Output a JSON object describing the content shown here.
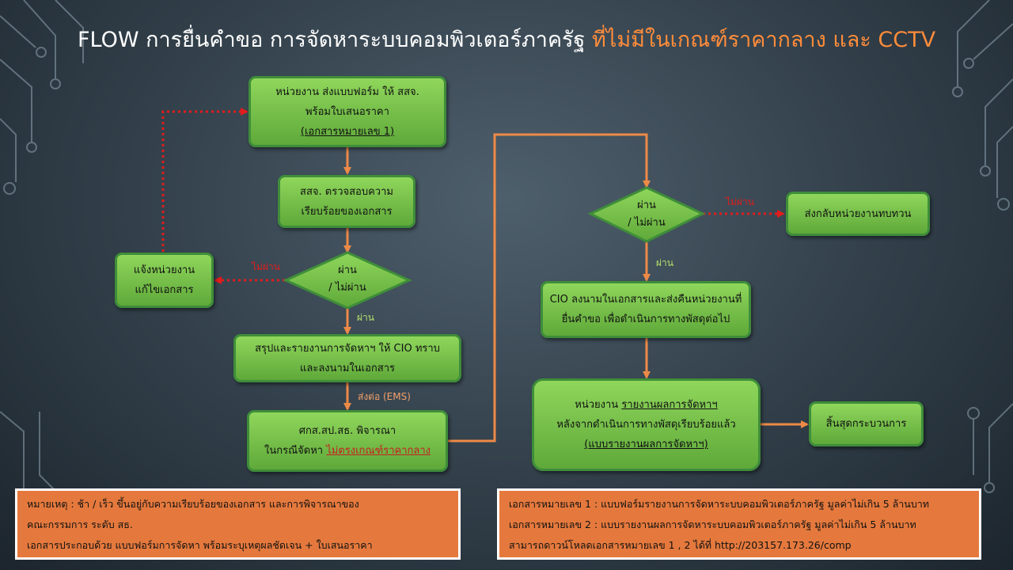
{
  "title": {
    "main": "FLOW การยื่นคำขอ  การจัดหาระบบคอมพิวเตอร์ภาครัฐ ",
    "highlight": "ที่ไม่มีในเกณฑ์ราคากลาง  และ CCTV"
  },
  "left_flow": {
    "submit": {
      "line1": "หน่วยงาน  ส่งแบบฟอร์ม  ให้  สสจ.",
      "line2": "พร้อมใบเสนอราคา",
      "line3": "(เอกสารหมายเลข  1)"
    },
    "check": {
      "line1": "สสจ. ตรวจสอบความ",
      "line2": "เรียบร้อยของเอกสาร"
    },
    "decision": {
      "line1": "ผ่าน",
      "line2": "/ ไม่ผ่าน"
    },
    "notify": {
      "line1": "แจ้งหน่วยงาน",
      "line2": "แก้ไขเอกสาร"
    },
    "summary": {
      "line1": "สรุปและรายงานการจัดหาฯ  ให้ CIO  ทราบ",
      "line2": "และลงนามในเอกสาร"
    },
    "consider": {
      "line1": "ศกส.สป.สธ.  พิจารณา",
      "line2a": "ในกรณีจัดหา  ",
      "line2b": "ไม่ตรงเกณฑ์ราคากลาง"
    },
    "labels": {
      "fail": "ไม่ผ่าน",
      "pass": "ผ่าน",
      "send": "ส่งต่อ (EMS)"
    }
  },
  "right_flow": {
    "decision": {
      "line1": "ผ่าน",
      "line2": "/ ไม่ผ่าน"
    },
    "return": "ส่งกลับหน่วยงานทบทวน",
    "cio_sign": {
      "line1": "CIO  ลงนามในเอกสารและส่งคืนหน่วยงานที่",
      "line2": "ยื่นคำขอ  เพื่อดำเนินการทางพัสดุต่อไป"
    },
    "report": {
      "line1a": "หน่วยงาน  ",
      "line1b": "รายงานผลการจัดหาฯ",
      "line2": "หลังจากดำเนินการทางพัสดุเรียบร้อยแล้ว",
      "line3": "(แบบรายงานผลการจัดหาฯ)"
    },
    "end": "สิ้นสุดกระบวนการ",
    "labels": {
      "fail": "ไม่ผ่าน",
      "pass": "ผ่าน"
    }
  },
  "notes": {
    "left": {
      "line1": "หมายเหตุ  : ช้า  / เร็ว  ขึ้นอยู่กับความเรียบร้อยของเอกสาร  และการพิจารณาของ",
      "line2": "คณะกรรมการ  ระดับ  สธ.",
      "line3": "เอกสารประกอบด้วย  แบบฟอร์มการจัดหา  พร้อมระบุเหตุผลชัดเจน  + ใบเสนอราคา"
    },
    "right": {
      "line1": "เอกสารหมายเลข  1 : แบบฟอร์มรายงานการจัดหาระบบคอมพิวเตอร์ภาครัฐ  มูลค่าไม่เกิน 5 ล้านบาท",
      "line2": "เอกสารหมายเลข  2 : แบบรายงานผลการจัดหาระบบคอมพิวเตอร์ภาครัฐ  มูลค่าไม่เกิน 5 ล้านบาท",
      "line3": "สามารถดาวน์โหลดเอกสารหมายเลข  1 , 2 ได้ที่ http://203157.173.26/comp"
    }
  },
  "colors": {
    "box_fill": "#6fbe45",
    "box_border": "#3f8d3a",
    "arrow_orange": "#ee8a47",
    "arrow_red_dotted": "#e11c1c",
    "note_fill": "#e5793d",
    "title_highlight": "#ff8c3a"
  }
}
